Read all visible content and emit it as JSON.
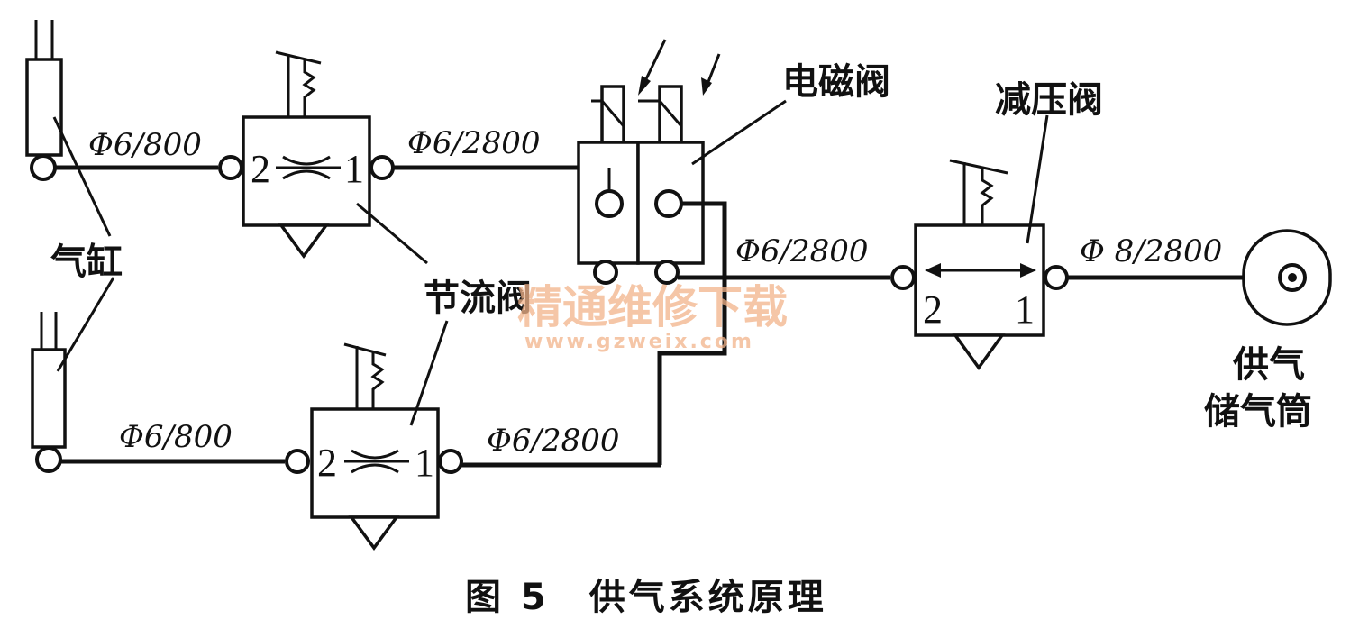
{
  "labels": {
    "cylinder": "气缸",
    "throttle": "节流阀",
    "solenoid": "电磁阀",
    "reducer": "减压阀",
    "tank_line1": "供气",
    "tank_line2": "储气筒"
  },
  "pipes": {
    "upper_cyl": "Φ6/800",
    "upper_out": "Φ6/2800",
    "lower_cyl": "Φ6/800",
    "lower_out": "Φ6/2800",
    "to_reducer": "Φ6/2800",
    "to_tank": "Φ 8/2800"
  },
  "ports": {
    "p2": "2",
    "p1": "1"
  },
  "watermark": {
    "main": "精通维修下载",
    "url": "www.gzweix.com"
  },
  "caption": "图 5　供气系统原理",
  "colors": {
    "line": "#111111",
    "watermark": "#f2b38a"
  }
}
